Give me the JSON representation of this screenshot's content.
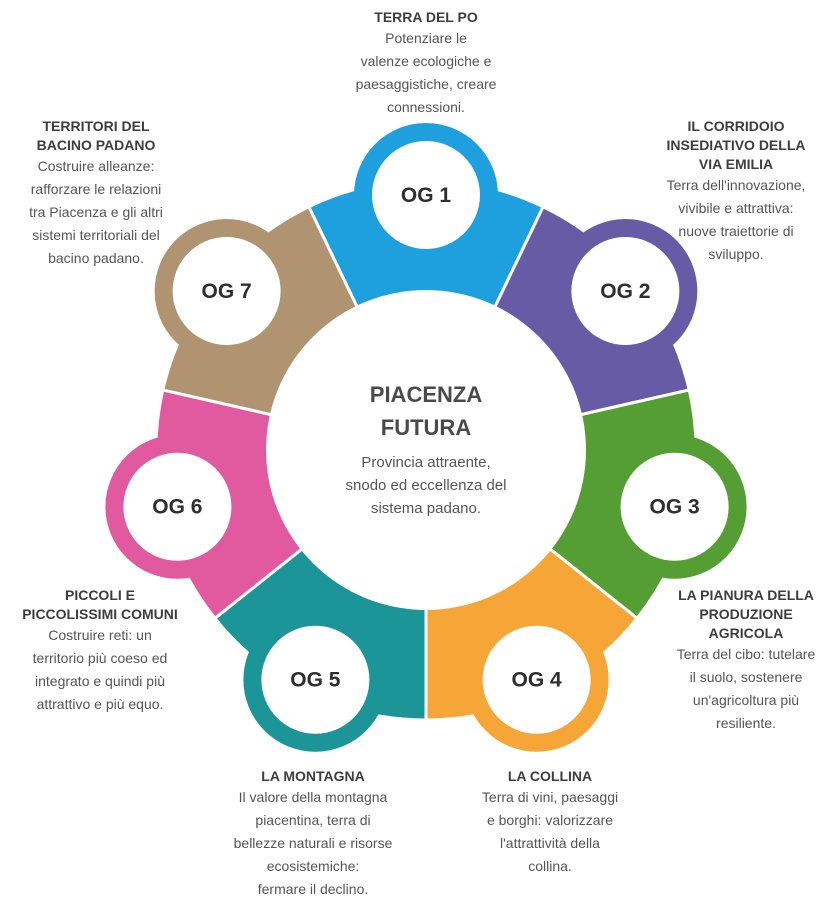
{
  "center": {
    "title_lines": [
      "PIACENZA",
      "FUTURA"
    ],
    "text_lines": [
      "Provincia attraente,",
      "snodo ed eccellenza del",
      "sistema padano."
    ]
  },
  "objectives": [
    {
      "label": "OG 1",
      "color": "#1e9fde",
      "title": "TERRA DEL PO",
      "text": "Potenziare le\nvalenze ecologiche e\npaesaggistiche, creare\nconnessioni."
    },
    {
      "label": "OG 2",
      "color": "#675ba6",
      "title": "IL CORRIDOIO\nINSEDIATIVO DELLA\nVIA EMILIA",
      "text": "Terra dell'innovazione,\nvivibile e attrattiva:\nnuove traiettorie di\nsviluppo."
    },
    {
      "label": "OG 3",
      "color": "#559e33",
      "title": "LA PIANURA DELLA\nPRODUZIONE\nAGRICOLA",
      "text": "Terra del cibo: tutelare\nil suolo, sostenere\nun'agricoltura più\nresiliente."
    },
    {
      "label": "OG 4",
      "color": "#f5a637",
      "title": "LA COLLINA",
      "text": "Terra di vini, paesaggi\ne borghi: valorizzare\nl'attrattività della\ncollina."
    },
    {
      "label": "OG 5",
      "color": "#1b9597",
      "title": "LA MONTAGNA",
      "text": "Il valore della montagna\npiacentina, terra di\nbellezze naturali e risorse\necosistemiche:\nfermare il declino."
    },
    {
      "label": "OG 6",
      "color": "#e15a9f",
      "title": "PICCOLI E\nPICCOLISSIMI COMUNI",
      "text": "Costruire reti: un\nterritorio più coeso ed\nintegrato e quindi più\nattrattivo e più equo."
    },
    {
      "label": "OG 7",
      "color": "#b09370",
      "title": "TERRITORI DEL\nBACINO PADANO",
      "text": "Costruire alleanze:\nrafforzare le relazioni\ntra Piacenza e gli altri\nsistemi territoriali del\nbacino padano."
    }
  ]
}
